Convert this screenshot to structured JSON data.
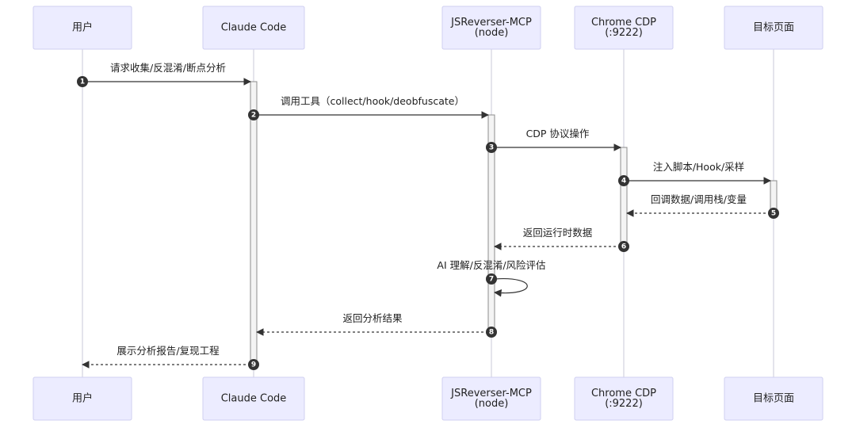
{
  "participants": [
    {
      "id": "user",
      "label": [
        "用户"
      ]
    },
    {
      "id": "claude",
      "label": [
        "Claude Code"
      ]
    },
    {
      "id": "mcp",
      "label": [
        "JSReverser-MCP",
        "(node)"
      ]
    },
    {
      "id": "cdp",
      "label": [
        "Chrome CDP",
        "(:9222)"
      ]
    },
    {
      "id": "page",
      "label": [
        "目标页面"
      ]
    }
  ],
  "messages": [
    {
      "n": "1",
      "from": "user",
      "to": "claude",
      "text": "请求收集/反混淆/断点分析",
      "style": "solid"
    },
    {
      "n": "2",
      "from": "claude",
      "to": "mcp",
      "text": "调用工具（collect/hook/deobfuscate）",
      "style": "solid"
    },
    {
      "n": "3",
      "from": "mcp",
      "to": "cdp",
      "text": "CDP 协议操作",
      "style": "solid"
    },
    {
      "n": "4",
      "from": "cdp",
      "to": "page",
      "text": "注入脚本/Hook/采样",
      "style": "solid"
    },
    {
      "n": "5",
      "from": "page",
      "to": "cdp",
      "text": "回调数据/调用栈/变量",
      "style": "dashed"
    },
    {
      "n": "6",
      "from": "cdp",
      "to": "mcp",
      "text": "返回运行时数据",
      "style": "dashed"
    },
    {
      "n": "7",
      "from": "mcp",
      "to": "mcp",
      "text": "AI 理解/反混淆/风险评估",
      "style": "solid"
    },
    {
      "n": "8",
      "from": "mcp",
      "to": "claude",
      "text": "返回分析结果",
      "style": "dashed"
    },
    {
      "n": "9",
      "from": "claude",
      "to": "user",
      "text": "展示分析报告/复现工程",
      "style": "dashed"
    }
  ]
}
